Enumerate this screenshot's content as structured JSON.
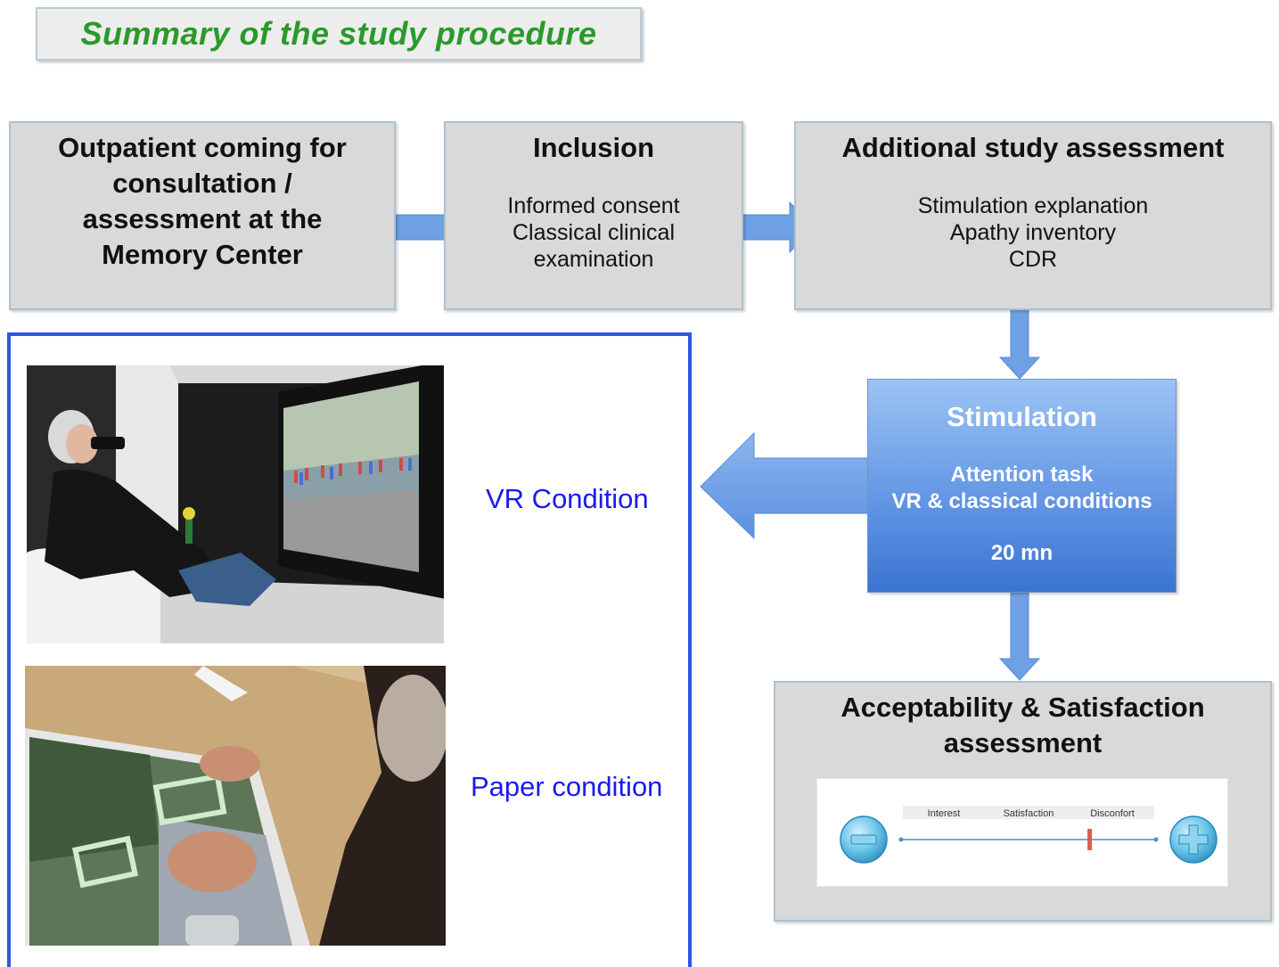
{
  "title": "Summary of the study procedure",
  "steps": {
    "outpatient": {
      "heading_lines": [
        "Outpatient coming for",
        "consultation /",
        "assessment at the",
        "Memory Center"
      ]
    },
    "inclusion": {
      "heading": "Inclusion",
      "items": [
        "Informed consent",
        "Classical clinical",
        "examination"
      ]
    },
    "additional": {
      "heading": "Additional study assessment",
      "items": [
        "Stimulation explanation",
        "Apathy inventory",
        "CDR"
      ]
    },
    "stimulation": {
      "heading": "Stimulation",
      "items": [
        "Attention task",
        "VR  & classical conditions"
      ],
      "duration": "20 mn"
    },
    "acceptability": {
      "heading_lines": [
        "Acceptability & Satisfaction",
        "assessment"
      ],
      "scale": {
        "labels": [
          "Interest",
          "Satisfaction",
          "Disconfort"
        ],
        "minus_icon": "minus-icon",
        "plus_icon": "plus-icon",
        "marker_level": 0.74
      }
    }
  },
  "conditions": {
    "vr_label": "VR Condition",
    "paper_label": "Paper condition"
  },
  "colors": {
    "title_text": "#2a9a2a",
    "box_fill": "#d9d9d9",
    "arrow_fill": "#6fa0e6",
    "stimulation_fill": "#6e9fe8",
    "condition_text": "#1a1aee",
    "condition_frame": "#2f55e4",
    "marker": "#e05a4f"
  }
}
